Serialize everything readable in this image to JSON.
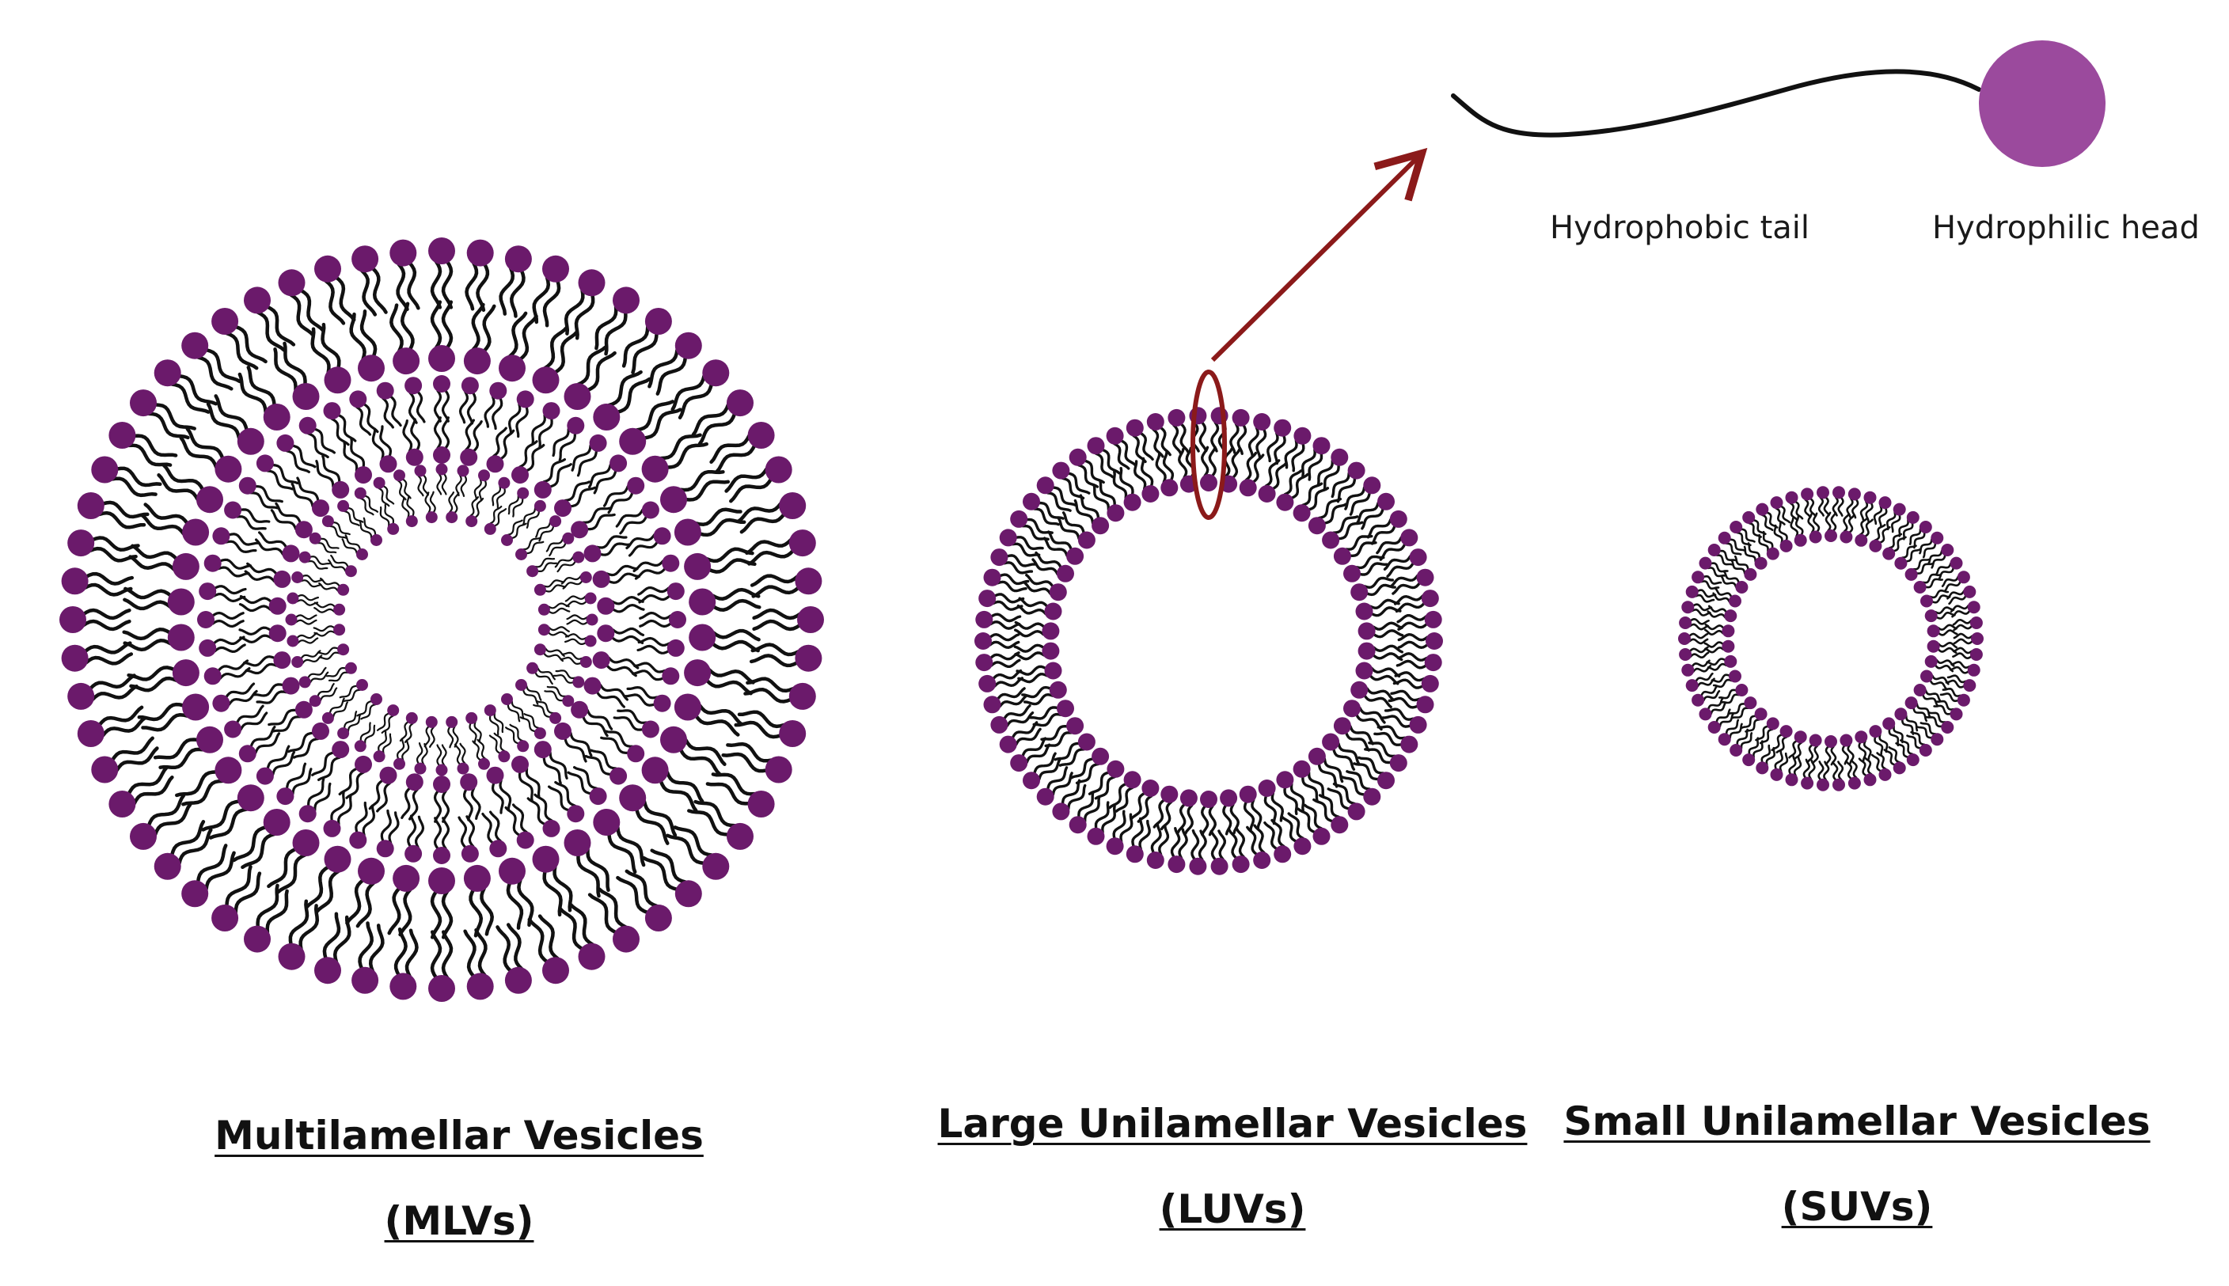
{
  "legend": {
    "tail_label": "Hydrophobic tail",
    "head_label": "Hydrophilic head"
  },
  "vesicles": [
    {
      "name": "Multilamellar Vesicles ",
      "abbr": "(MLVs)",
      "bilayers": 3
    },
    {
      "name": "Large Unilamellar Vesicles ",
      "abbr": "(LUVs)",
      "bilayers": 1
    },
    {
      "name": "Small Unilamellar Vesicles ",
      "abbr": "(SUVs)",
      "bilayers": 1
    }
  ],
  "colors": {
    "head": "#6b1a6b",
    "legend_head": "#9b4a9d",
    "tail": "#111111",
    "highlight": "#8b1a1a"
  }
}
